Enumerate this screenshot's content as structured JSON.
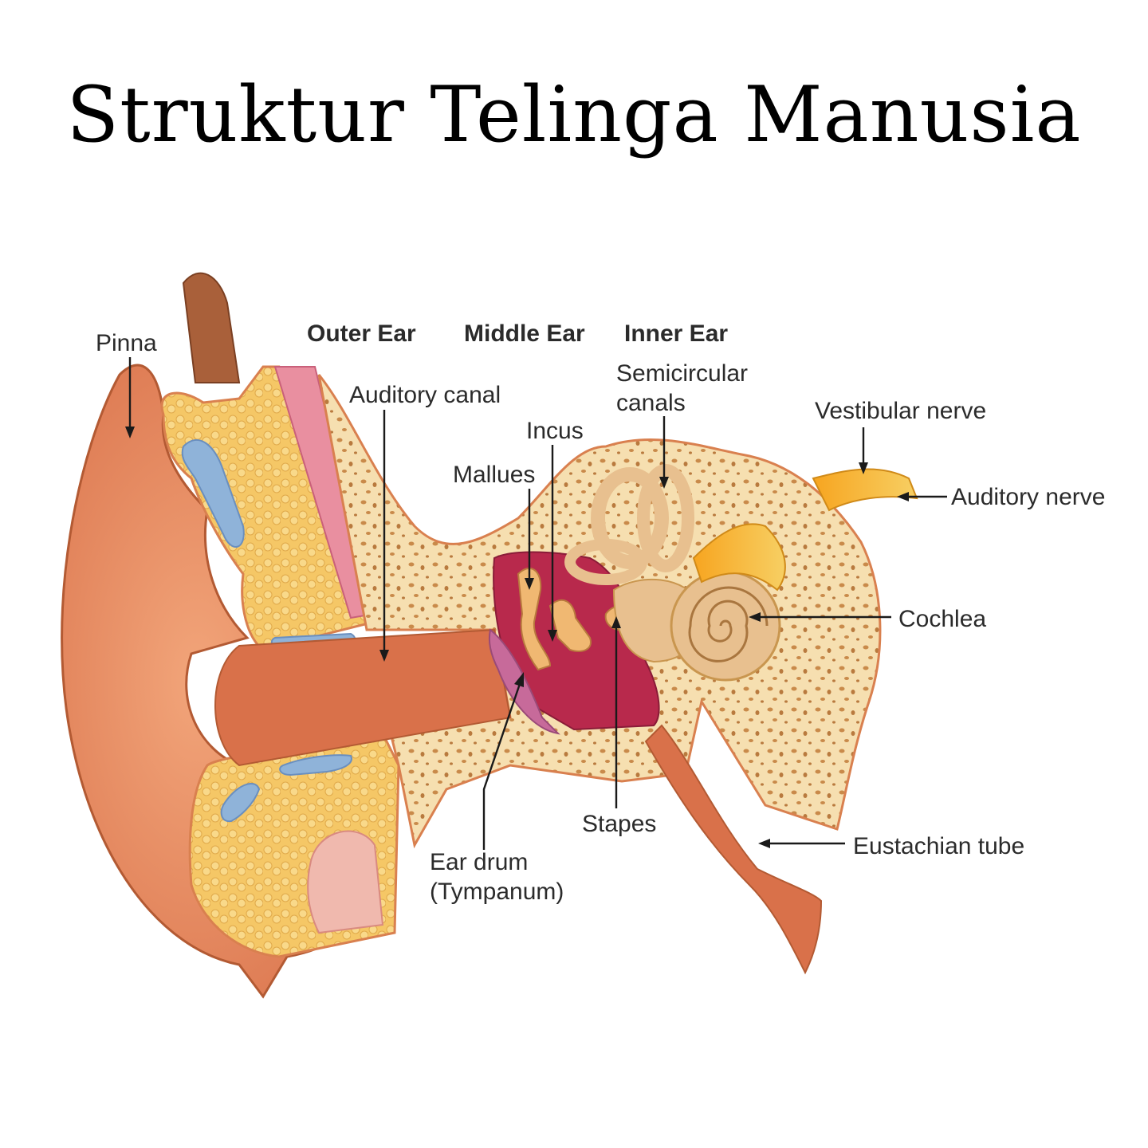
{
  "title": "Struktur Telinga Manusia",
  "sections": {
    "outer": "Outer Ear",
    "middle": "Middle Ear",
    "inner": "Inner Ear"
  },
  "labels": {
    "pinna": "Pinna",
    "auditory_canal": "Auditory canal",
    "semicircular_1": "Semicircular",
    "semicircular_2": "canals",
    "incus": "Incus",
    "mallues": "Mallues",
    "vestibular_nerve": "Vestibular nerve",
    "auditory_nerve": "Auditory nerve",
    "cochlea": "Cochlea",
    "stapes": "Stapes",
    "eustachian_tube": "Eustachian tube",
    "ear_drum_1": "Ear drum",
    "ear_drum_2": "(Tympanum)"
  },
  "colors": {
    "skin": "#e58a5c",
    "skin_dark": "#c9643b",
    "fat": "#f5c766",
    "bone": "#f6dfb0",
    "bone_pore": "#c98a4a",
    "cartilage": "#8fb3d9",
    "canal_pink": "#e98fa0",
    "cavity": "#b8294c",
    "nerve": "#f2b32e",
    "cochlea": "#e8c08f"
  }
}
